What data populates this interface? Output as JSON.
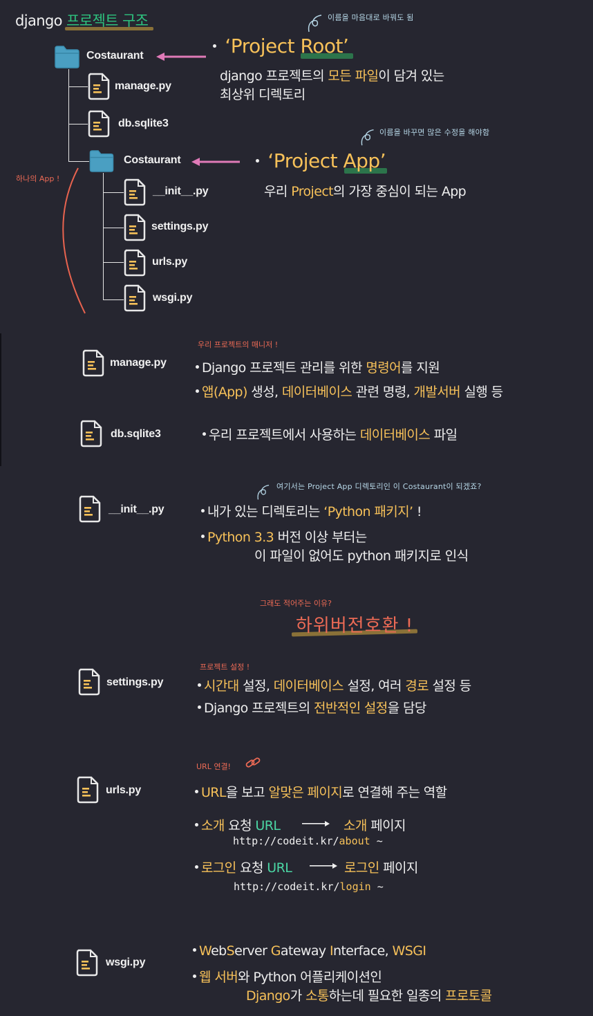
{
  "title": {
    "prefix": "django",
    "highlight": "프로젝트 구조"
  },
  "tree": {
    "root_folder": "Costaurant",
    "root_files": [
      "manage.py",
      "db.sqlite3"
    ],
    "app_folder": "Costaurant",
    "app_files": [
      "__init__.py",
      "settings.py",
      "urls.py",
      "wsgi.py"
    ],
    "app_note": "하나의 App !"
  },
  "project_root": {
    "note": "이름을 마음대로 바꿔도 됨",
    "heading": "‘Project Root’",
    "desc_line1": {
      "a": "django 프로젝트의 ",
      "b": "모든 파일",
      "c": "이 담겨 있는"
    },
    "desc_line2": "최상위 디렉토리"
  },
  "project_app": {
    "note": "이름을 바꾸면 많은 수정을 해야함",
    "heading": "‘Project App’",
    "desc": {
      "a": "우리 ",
      "b": "Project",
      "c": "의 가장 중심이 되는 App"
    }
  },
  "sections": {
    "manage": {
      "file": "manage.py",
      "note": "우리 프로젝트의 매니저 !",
      "line1": {
        "a": "Django 프로젝트 관리를 위한 ",
        "b": "명령어",
        "c": "를 지원"
      },
      "line2": {
        "a": "앱(App)",
        "b": " 생성, ",
        "c": "데이터베이스",
        "d": " 관련 명령, ",
        "e": "개발서버",
        "f": " 실행 등"
      }
    },
    "db": {
      "file": "db.sqlite3",
      "line1": {
        "a": "우리 프로젝트에서 사용하는 ",
        "b": "데이터베이스",
        "c": " 파일"
      }
    },
    "init": {
      "file": "__init__.py",
      "note": "여기서는 Project App 디렉토리인 이 Costaurant이 되겠죠?",
      "line1": {
        "a": "내가 있는 디렉토리는 ",
        "b": "‘Python 패키지’",
        "c": " !"
      },
      "line2": {
        "a": "Python 3.3",
        "b": " 버전 이상 부터는"
      },
      "line3": "이 파일이 없어도 python 패키지로 인식",
      "why_note": "그래도 적어주는 이유?",
      "why_answer": "하위버전호환 !"
    },
    "settings": {
      "file": "settings.py",
      "note": "프로젝트 설정 !",
      "line1": {
        "a": "시간대",
        "b": " 설정, ",
        "c": "데이터베이스",
        "d": " 설정, 여러 ",
        "e": "경로",
        "f": " 설정 등"
      },
      "line2": {
        "a": "Django 프로젝트의 ",
        "b": "전반적인 설정",
        "c": "을 담당"
      }
    },
    "urls": {
      "file": "urls.py",
      "note": "URL 연결!",
      "line1": {
        "a": "URL",
        "b": "을 보고 ",
        "c": "알맞은 페이지",
        "d": "로 연결해 주는 역할"
      },
      "ex1": {
        "a": "소개",
        "b": " 요청 ",
        "c": "URL",
        "d": "소개",
        "e": " 페이지",
        "url": "http://codeit.kr/",
        "path": "about",
        "tail": " ~"
      },
      "ex2": {
        "a": "로그인",
        "b": " 요청 ",
        "c": "URL",
        "d": "로그인",
        "e": " 페이지",
        "url": "http://codeit.kr/",
        "path": "login",
        "tail": " ~"
      }
    },
    "wsgi": {
      "file": "wsgi.py",
      "line1": {
        "a": "W",
        "b": "eb",
        "c": "S",
        "d": "erver ",
        "e": "G",
        "f": "ateway ",
        "g": "I",
        "h": "nterface, ",
        "i": "WSGI"
      },
      "line2": {
        "a": "웹 서버",
        "b": "와 Python 어플리케이션인"
      },
      "line3": {
        "a": "Django",
        "b": "가 ",
        "c": "소통",
        "d": "하는데 필요한 일종의 ",
        "e": "프로토콜"
      }
    }
  },
  "colors": {
    "background": "#262630",
    "accent_yellow": "#f7c159",
    "accent_green": "#4bd6a4",
    "note_red": "#ec6a55",
    "folder_blue": "#4a9fc2",
    "arrow_pink": "#e07ab8"
  }
}
